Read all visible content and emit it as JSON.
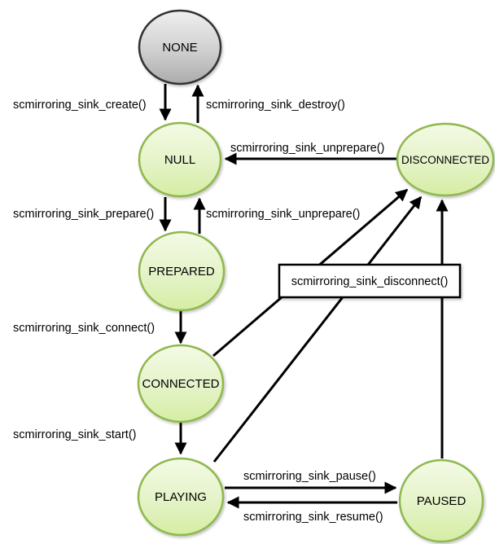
{
  "states": [
    {
      "label": "NONE"
    },
    {
      "label": "NULL"
    },
    {
      "label": "PREPARED"
    },
    {
      "label": "CONNECTED"
    },
    {
      "label": "PLAYING"
    },
    {
      "label": "PAUSED"
    },
    {
      "label": "DISCONNECTED"
    }
  ],
  "transitions": [
    {
      "label": "scmirroring_sink_create()",
      "from": "NONE",
      "to": "NULL"
    },
    {
      "label": "scmirroring_sink_destroy()",
      "from": "NULL",
      "to": "NONE"
    },
    {
      "label": "scmirroring_sink_unprepare()",
      "from": "DISCONNECTED",
      "to": "NULL"
    },
    {
      "label": "scmirroring_sink_prepare()",
      "from": "NULL",
      "to": "PREPARED"
    },
    {
      "label": "scmirroring_sink_unprepare()",
      "from": "PREPARED",
      "to": "NULL"
    },
    {
      "label": "scmirroring_sink_connect()",
      "from": "PREPARED",
      "to": "CONNECTED"
    },
    {
      "label": "scmirroring_sink_start()",
      "from": "CONNECTED",
      "to": "PLAYING"
    },
    {
      "label": "scmirroring_sink_pause()",
      "from": "PLAYING",
      "to": "PAUSED"
    },
    {
      "label": "scmirroring_sink_resume()",
      "from": "PAUSED",
      "to": "PLAYING"
    },
    {
      "label": "scmirroring_sink_disconnect()",
      "from": "CONNECTED, PLAYING, PAUSED",
      "to": "DISCONNECTED"
    }
  ],
  "colors": {
    "state_fill_top": "#F3FAE5",
    "state_fill_bottom": "#D5EDA3",
    "state_border": "#8FB84E",
    "none_fill_top": "#EFEFEF",
    "none_fill_bottom": "#ABABAB",
    "none_border": "#333333",
    "arrow": "#000000",
    "label_text": "#000000",
    "box_fill": "#FFFFFF",
    "box_border": "#000000",
    "background": "#FFFFFF"
  }
}
